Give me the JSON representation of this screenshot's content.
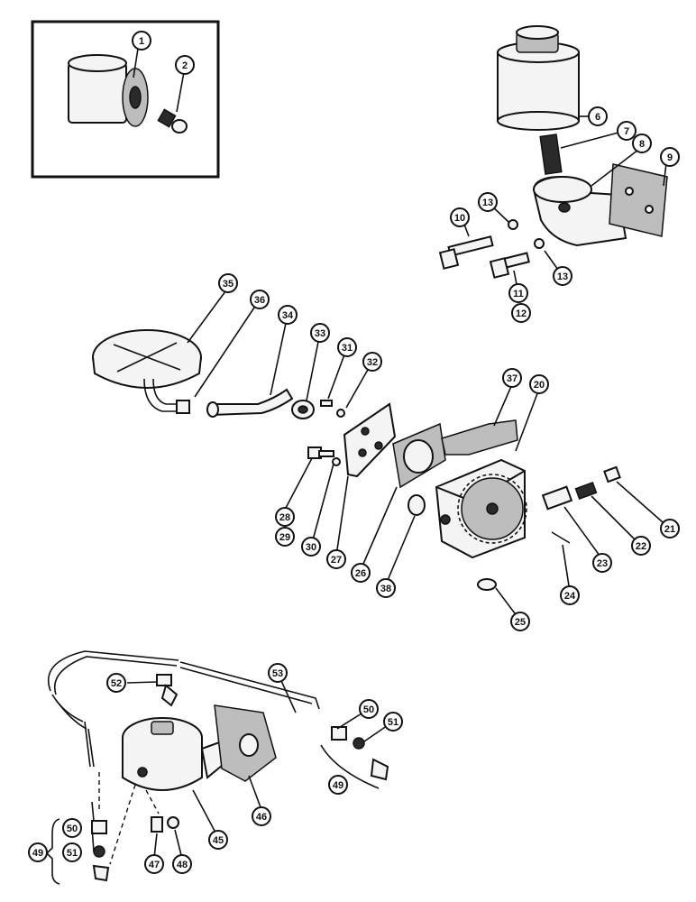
{
  "diagram": {
    "callouts": [
      "1",
      "2",
      "6",
      "7",
      "8",
      "9",
      "10",
      "13",
      "11",
      "12",
      "35",
      "36",
      "34",
      "33",
      "31",
      "32",
      "37",
      "20",
      "28",
      "29",
      "30",
      "27",
      "26",
      "38",
      "21",
      "22",
      "23",
      "24",
      "25",
      "52",
      "53",
      "50",
      "51",
      "49",
      "46",
      "45",
      "47",
      "48"
    ]
  }
}
